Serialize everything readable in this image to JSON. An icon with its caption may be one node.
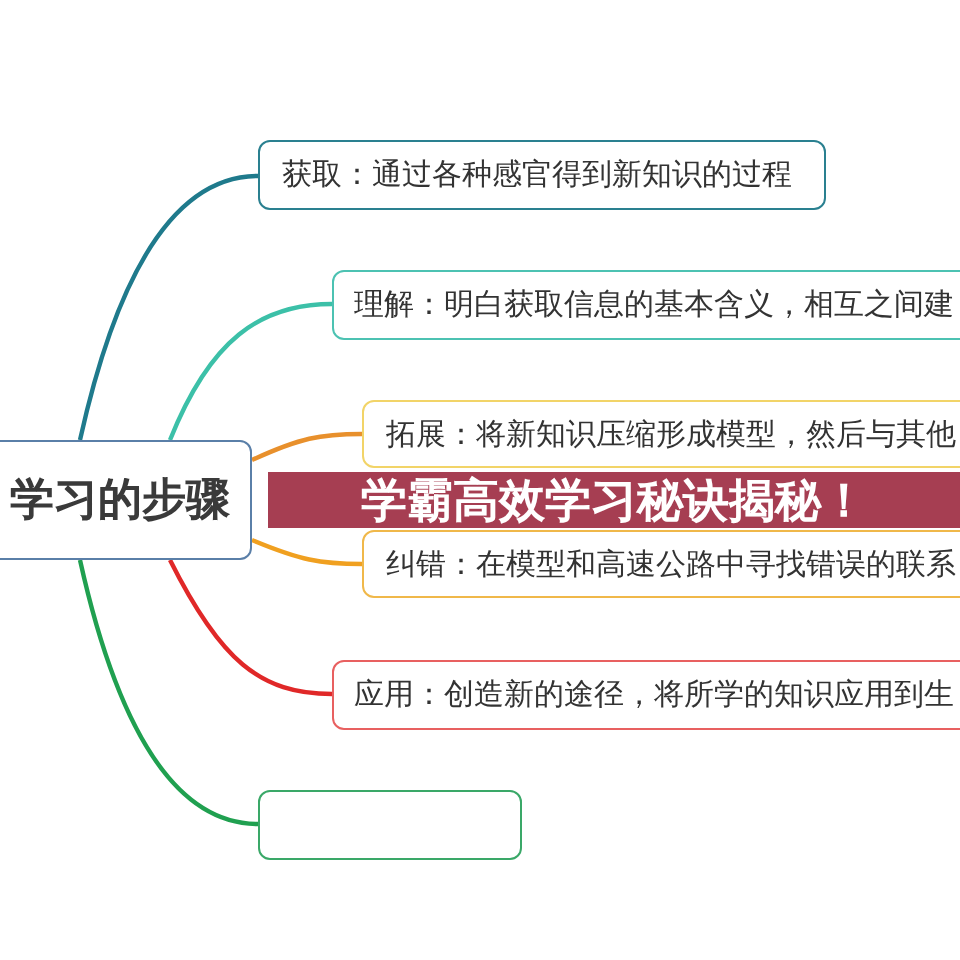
{
  "diagram": {
    "title": "学霸高效学习秘诀揭秘！",
    "nodes": [
      {
        "text": [
          "学习的步骤"
        ]
      },
      {
        "text": [
          "获取：通过各种感官得到新知识的过程"
        ]
      },
      {
        "text": [
          "理解：明白获取信息的基本含义，相互之间建"
        ]
      },
      {
        "text": [
          "拓展：将新知识压缩形成模型，然后与其他"
        ]
      },
      {
        "text": [
          "纠错：在模型和高速公路中寻找错误的联系"
        ]
      },
      {
        "text": [
          "应用：创造新的途径，将所学的知识应用到生"
        ]
      },
      {
        "text": [],
        "shape": "box"
      }
    ],
    "edges": [
      {
        "from": 0,
        "to": 1,
        "arrow": "none",
        "color": "#1f7a8c"
      },
      {
        "from": 0,
        "to": 2,
        "arrow": "none",
        "color": "#3cc0a8"
      },
      {
        "from": 0,
        "to": 3,
        "arrow": "none",
        "color": "#e8902c"
      },
      {
        "from": 0,
        "to": 4,
        "arrow": "none",
        "color": "#f0a020"
      },
      {
        "from": 0,
        "to": 5,
        "arrow": "none",
        "color": "#e02828"
      },
      {
        "from": 0,
        "to": 6,
        "arrow": "none",
        "color": "#20a050"
      }
    ]
  }
}
